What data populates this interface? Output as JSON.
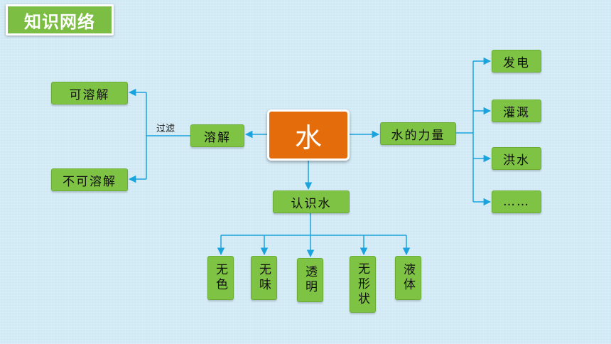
{
  "header": {
    "title": "知识网络"
  },
  "center": {
    "label": "水"
  },
  "left": {
    "main": "溶解",
    "edge_label": "过滤",
    "children": [
      "可溶解",
      "不可溶解"
    ]
  },
  "right": {
    "main": "水的力量",
    "children": [
      "发电",
      "灌溉",
      "洪水",
      "……"
    ]
  },
  "bottom": {
    "main": "认识水",
    "children": [
      "无色",
      "无味",
      "透明",
      "无形状",
      "液体"
    ]
  },
  "colors": {
    "node_green": "#7ec343",
    "center_orange": "#e46c0a",
    "connector_blue": "#1aa3dd",
    "background": "#cfe9f5"
  }
}
